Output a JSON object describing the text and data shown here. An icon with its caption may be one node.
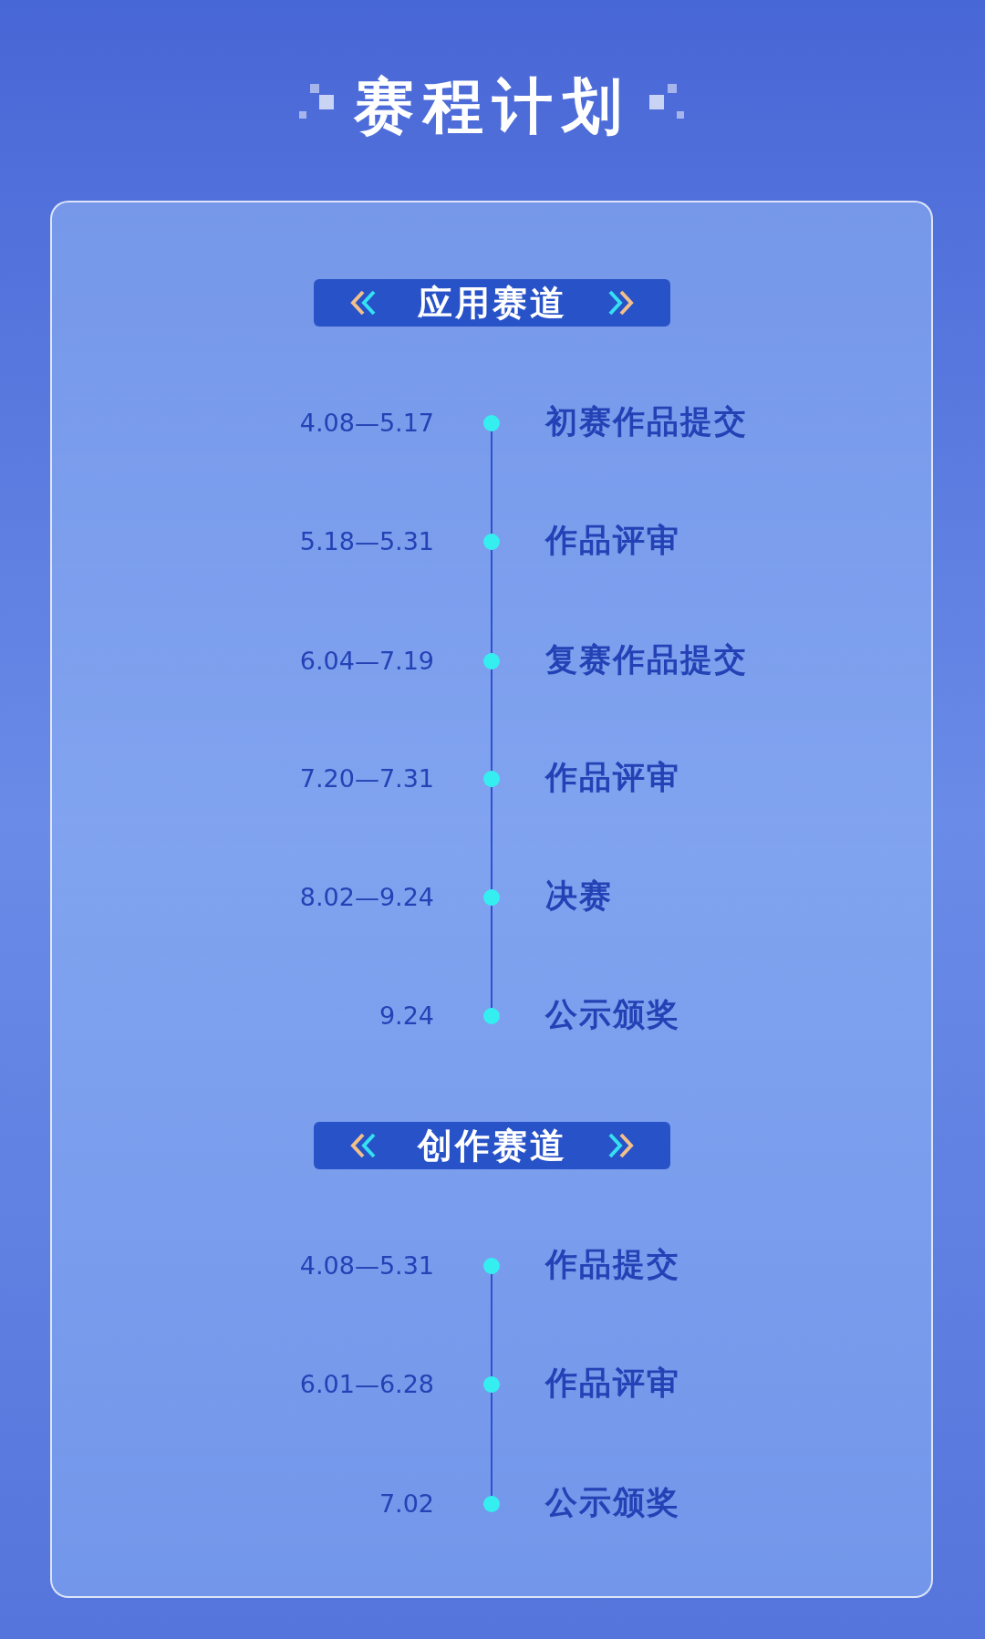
{
  "diagram": {
    "title": "赛程计划",
    "nodes": [
      {
        "text": [
          "应用赛道"
        ]
      },
      {
        "text": [],
        "shape": "circle",
        "beside": [
          "4.08—5.17",
          "初赛作品提交"
        ]
      },
      {
        "text": [],
        "shape": "circle",
        "beside": [
          "5.18—5.31",
          "作品评审"
        ]
      },
      {
        "text": [],
        "shape": "circle",
        "beside": [
          "6.04—7.19",
          "复赛作品提交"
        ]
      },
      {
        "text": [],
        "shape": "circle",
        "beside": [
          "7.20—7.31",
          "作品评审"
        ]
      },
      {
        "text": [],
        "shape": "circle",
        "beside": [
          "8.02—9.24",
          "决赛"
        ]
      },
      {
        "text": [],
        "shape": "circle",
        "beside": [
          "9.24",
          "公示颁奖"
        ]
      },
      {
        "text": [
          "创作赛道"
        ]
      },
      {
        "text": [],
        "shape": "circle",
        "beside": [
          "4.08—5.31",
          "作品提交"
        ]
      },
      {
        "text": [],
        "shape": "circle",
        "beside": [
          "6.01—6.28",
          "作品评审"
        ]
      },
      {
        "text": [],
        "shape": "circle",
        "beside": [
          "7.02",
          "公示颁奖"
        ]
      }
    ],
    "edges": [
      {
        "from": 1,
        "to": 2,
        "arrow": "none"
      },
      {
        "from": 2,
        "to": 3,
        "arrow": "none"
      },
      {
        "from": 3,
        "to": 4,
        "arrow": "none"
      },
      {
        "from": 4,
        "to": 5,
        "arrow": "none"
      },
      {
        "from": 5,
        "to": 6,
        "arrow": "none"
      },
      {
        "from": 8,
        "to": 9,
        "arrow": "none"
      },
      {
        "from": 9,
        "to": 10,
        "arrow": "none"
      }
    ]
  }
}
